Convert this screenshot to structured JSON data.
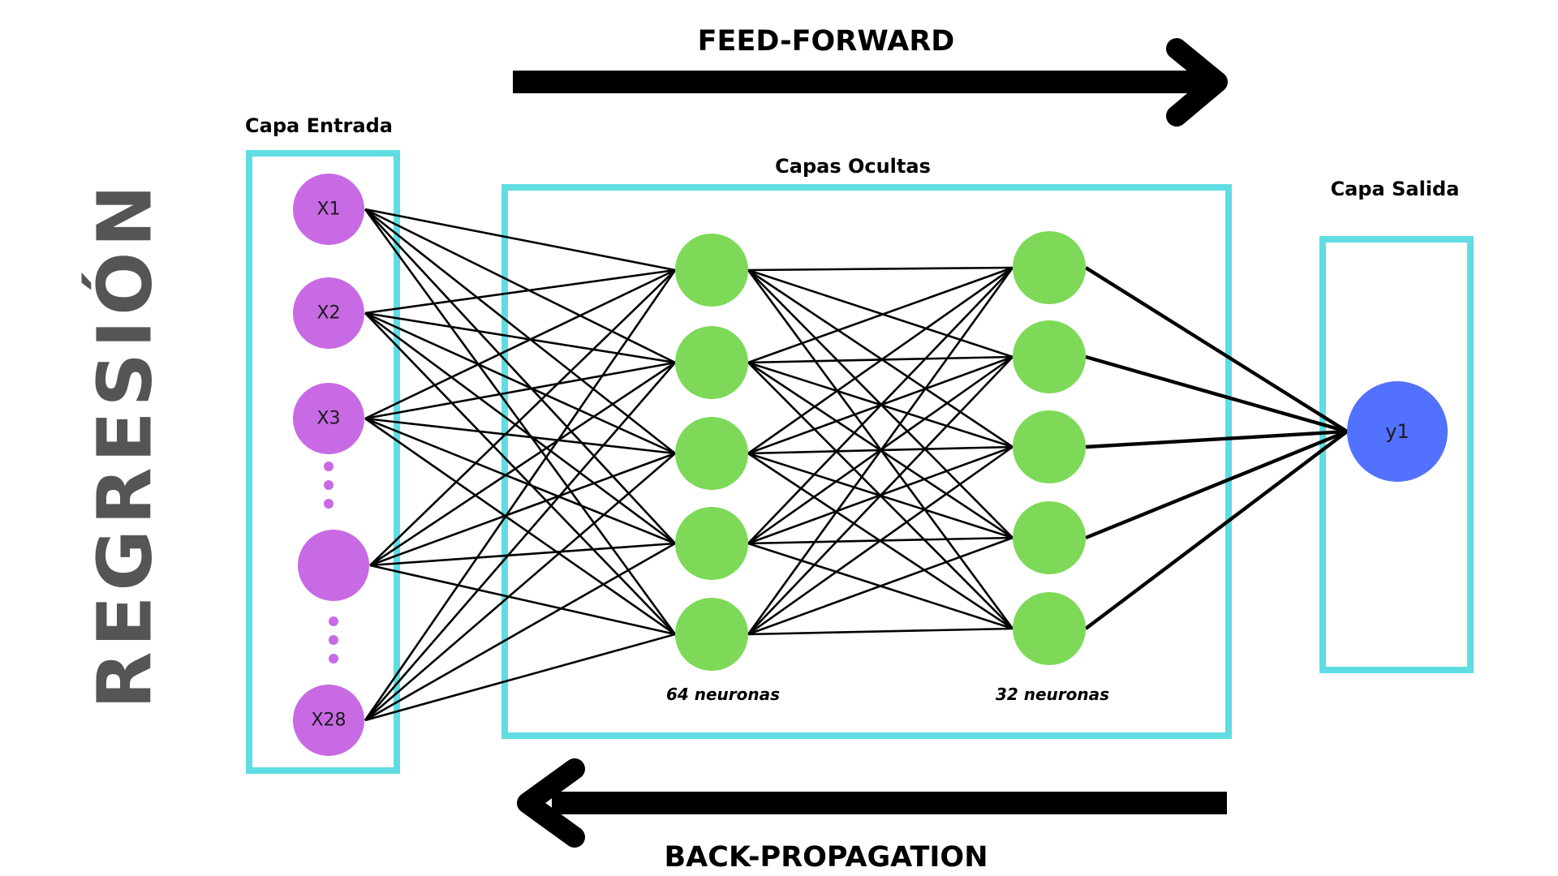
{
  "title": "REGRESIÓN",
  "flow": {
    "forward_label": "FEED-FORWARD",
    "backward_label": "BACK-PROPAGATION"
  },
  "layers": {
    "input": {
      "title": "Capa Entrada",
      "nodes": [
        "X1",
        "X2",
        "X3",
        "",
        "X28"
      ]
    },
    "hidden": {
      "title": "Capas Ocultas",
      "layer1_caption": "64 neuronas",
      "layer2_caption": "32 neuronas"
    },
    "output": {
      "title": "Capa Salida",
      "nodes": [
        "y1"
      ]
    }
  },
  "colors": {
    "input_node": "#c86ae3",
    "hidden_node": "#7dd957",
    "output_node": "#5271ff",
    "layer_border": "#5fdde2",
    "edge": "#000000",
    "arrow": "#000000",
    "title": "#555555"
  }
}
